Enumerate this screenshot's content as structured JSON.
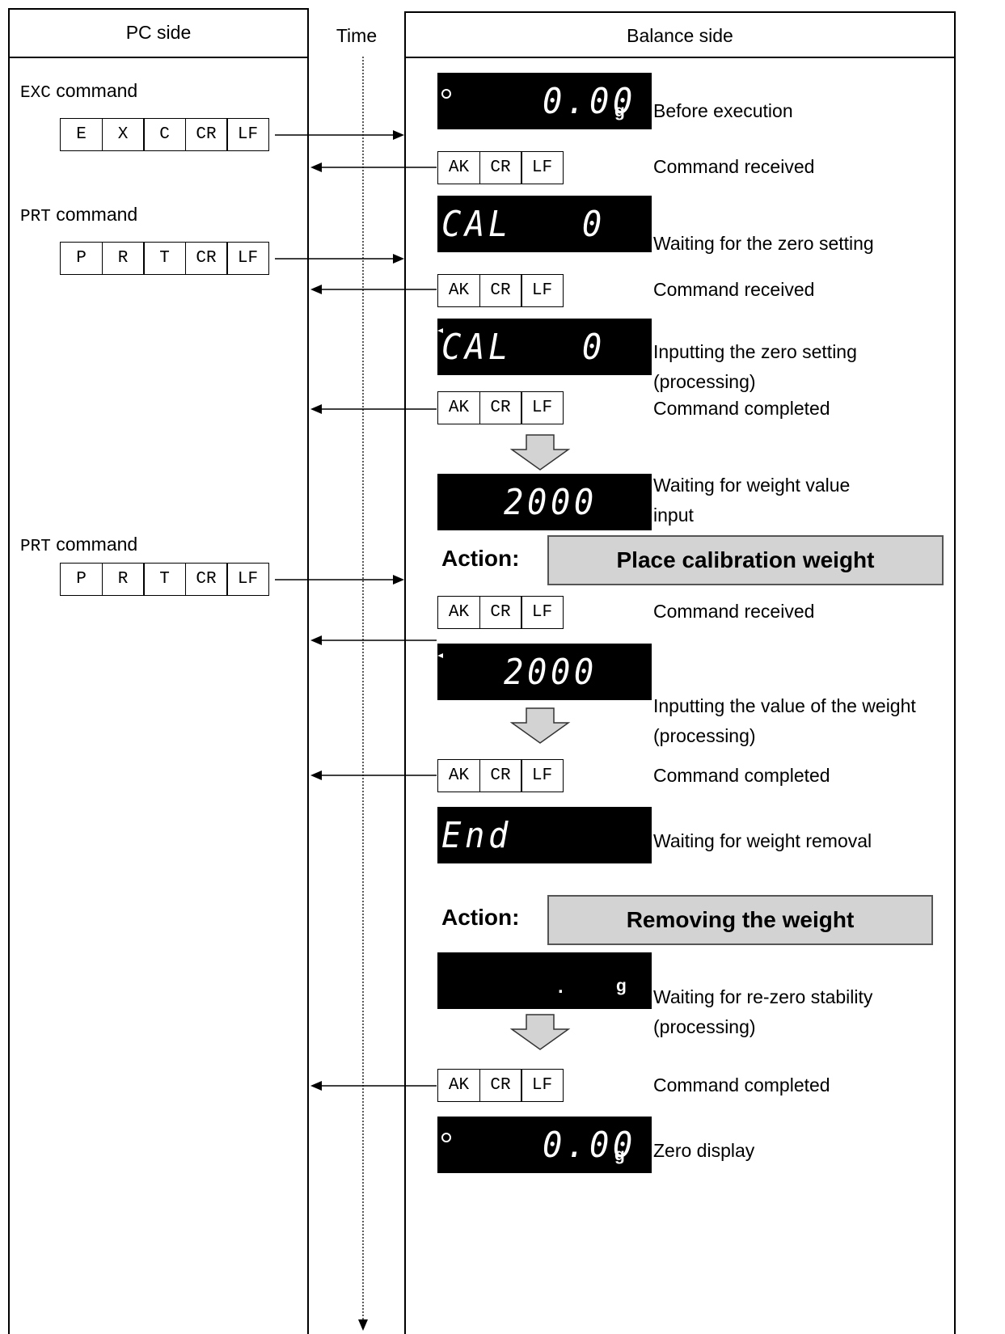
{
  "headers": {
    "pc": "PC side",
    "time": "Time",
    "balance": "Balance side"
  },
  "commands": [
    {
      "prefix": "EXC",
      "word": "command",
      "cells": [
        "E",
        "X",
        "C",
        "CR",
        "LF"
      ]
    },
    {
      "prefix": "PRT",
      "word": "command",
      "cells": [
        "P",
        "R",
        "T",
        "CR",
        "LF"
      ]
    },
    {
      "prefix": "PRT",
      "word": "command",
      "cells": [
        "P",
        "R",
        "T",
        "CR",
        "LF"
      ]
    }
  ],
  "responses": [
    [
      "AK",
      "CR",
      "LF"
    ],
    [
      "AK",
      "CR",
      "LF"
    ],
    [
      "AK",
      "CR",
      "LF"
    ],
    [
      "AK",
      "CR",
      "LF"
    ],
    [
      "AK",
      "CR",
      "LF"
    ],
    [
      "AK",
      "CR",
      "LF"
    ]
  ],
  "displays": [
    {
      "text": "0.00",
      "indicator": "circle",
      "unit": "g"
    },
    {
      "text": "CAL   0"
    },
    {
      "text": "CAL   0",
      "indicator": "triangle"
    },
    {
      "text": "2000"
    },
    {
      "text": "2000",
      "indicator": "triangle"
    },
    {
      "text": "End"
    },
    {
      "text": ".",
      "unit": "g"
    },
    {
      "text": "0.00",
      "indicator": "circle",
      "unit": "g"
    }
  ],
  "descriptions": [
    "Before execution",
    "Command received",
    "Waiting for the zero setting",
    "Command received",
    "Inputting the zero setting\n(processing)",
    "Command completed",
    "Waiting for weight value\ninput",
    "Command received",
    "Inputting the value of the weight\n(processing)",
    "Command completed",
    "Waiting for weight removal",
    "Waiting for re-zero stability\n(processing)",
    "Command completed",
    "Zero display"
  ],
  "actions": [
    {
      "label": "Action:",
      "text": "Place calibration weight"
    },
    {
      "label": "Action:",
      "text": "Removing the weight"
    }
  ]
}
